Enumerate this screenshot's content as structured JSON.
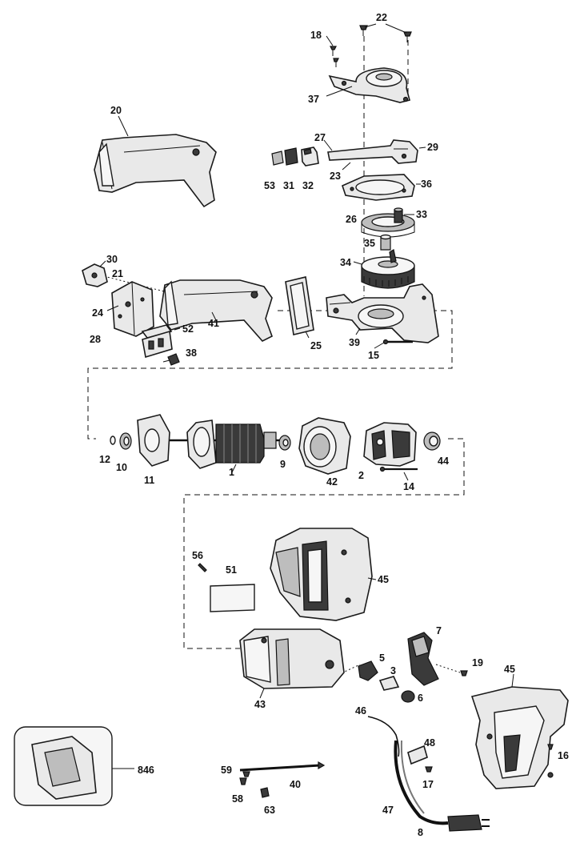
{
  "labels": {
    "l1": "1",
    "l2": "2",
    "l3": "3",
    "l5": "5",
    "l6": "6",
    "l7": "7",
    "l8": "8",
    "l9": "9",
    "l10": "10",
    "l11": "11",
    "l12": "12",
    "l14": "14",
    "l15": "15",
    "l16": "16",
    "l17": "17",
    "l18": "18",
    "l19": "19",
    "l20": "20",
    "l21": "21",
    "l22": "22",
    "l23": "23",
    "l24": "24",
    "l25": "25",
    "l26": "26",
    "l27": "27",
    "l28": "28",
    "l29": "29",
    "l30": "30",
    "l31": "31",
    "l32": "32",
    "l33": "33",
    "l34": "34",
    "l35": "35",
    "l36": "36",
    "l37": "37",
    "l38": "38",
    "l39": "39",
    "l40": "40",
    "l41": "41",
    "l42": "42",
    "l43": "43",
    "l44": "44",
    "l45a": "45",
    "l45b": "45",
    "l46": "46",
    "l47": "47",
    "l48": "48",
    "l51": "51",
    "l52": "52",
    "l53": "53",
    "l56": "56",
    "l58": "58",
    "l59": "59",
    "l63": "63",
    "l846": "846"
  }
}
